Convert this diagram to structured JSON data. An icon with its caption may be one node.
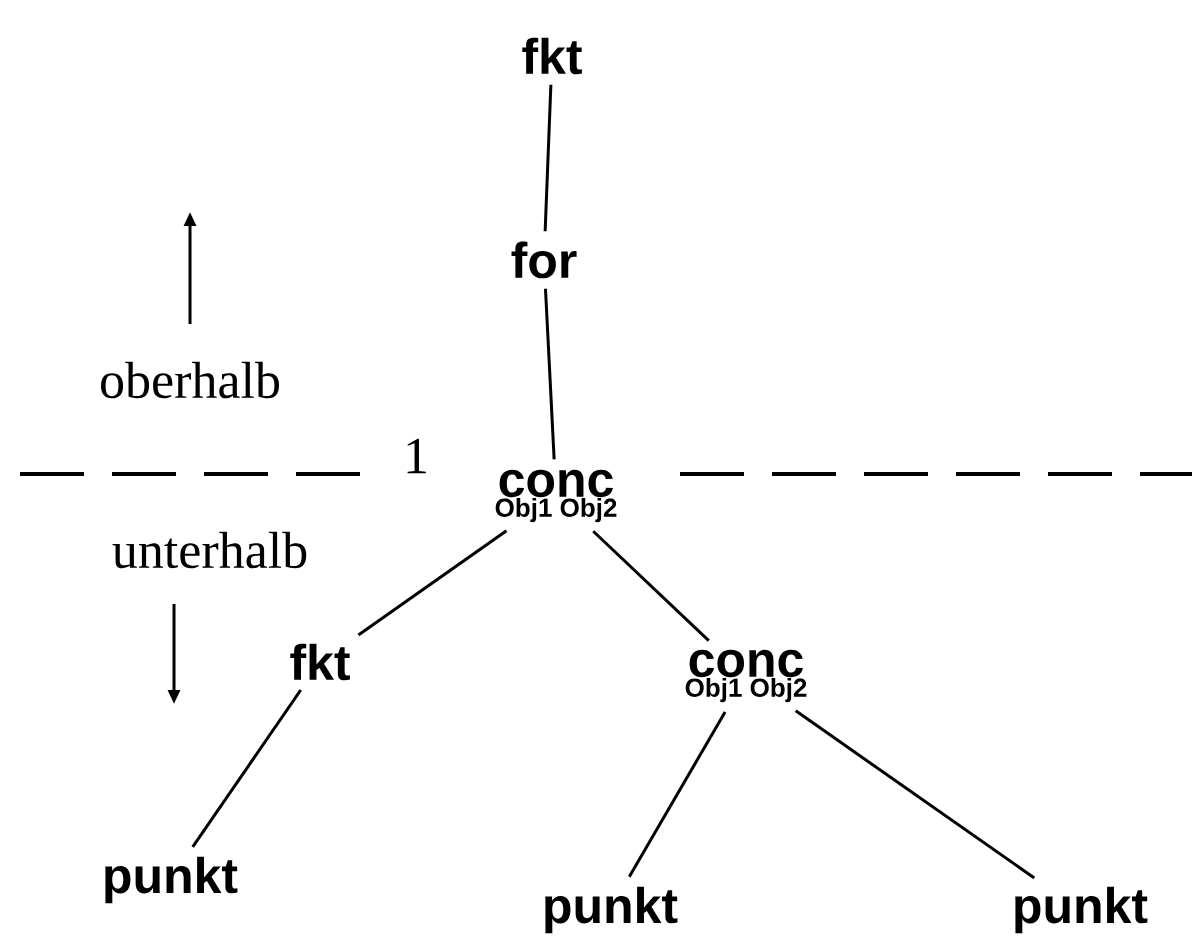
{
  "diagram": {
    "nodes": [
      {
        "text": [
          "fkt"
        ]
      },
      {
        "text": [
          "for"
        ]
      },
      {
        "text": [
          "conc",
          "Obj1 Obj2"
        ]
      },
      {
        "text": [
          "fkt"
        ]
      },
      {
        "text": [
          "conc",
          "Obj1 Obj2"
        ]
      },
      {
        "text": [
          "punkt"
        ]
      },
      {
        "text": [
          "punkt"
        ]
      },
      {
        "text": [
          "punkt"
        ]
      }
    ],
    "edges": [
      {
        "from": 0,
        "to": 1,
        "arrow": "none"
      },
      {
        "from": 1,
        "to": 2,
        "arrow": "none"
      },
      {
        "from": 2,
        "to": 3,
        "arrow": "none"
      },
      {
        "from": 2,
        "to": 4,
        "arrow": "none"
      },
      {
        "from": 3,
        "to": 5,
        "arrow": "none"
      },
      {
        "from": 4,
        "to": 6,
        "arrow": "none"
      },
      {
        "from": 4,
        "to": 7,
        "arrow": "none"
      }
    ],
    "labels": [
      "oberhalb",
      "1",
      "unterhalb"
    ]
  }
}
